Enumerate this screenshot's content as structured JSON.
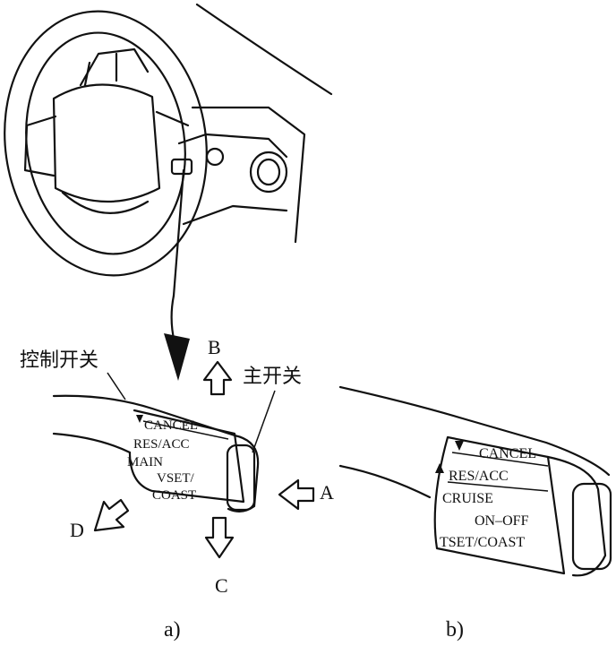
{
  "labels": {
    "control_switch": "控制开关",
    "main_switch": "主开关",
    "arrow_a": "A",
    "arrow_b": "B",
    "arrow_c": "C",
    "arrow_d": "D"
  },
  "lever_a": {
    "cancel": "CANCEL",
    "res_acc": "RES/ACC",
    "main": "MAIN",
    "vset": "VSET/",
    "coast": "COAST"
  },
  "lever_b": {
    "cancel": "CANCEL",
    "res_acc": "RES/ACC",
    "cruise": "CRUISE",
    "on_off": "ON–OFF",
    "tset_coast": "TSET/COAST"
  },
  "captions": {
    "a": "a)",
    "b": "b)"
  }
}
